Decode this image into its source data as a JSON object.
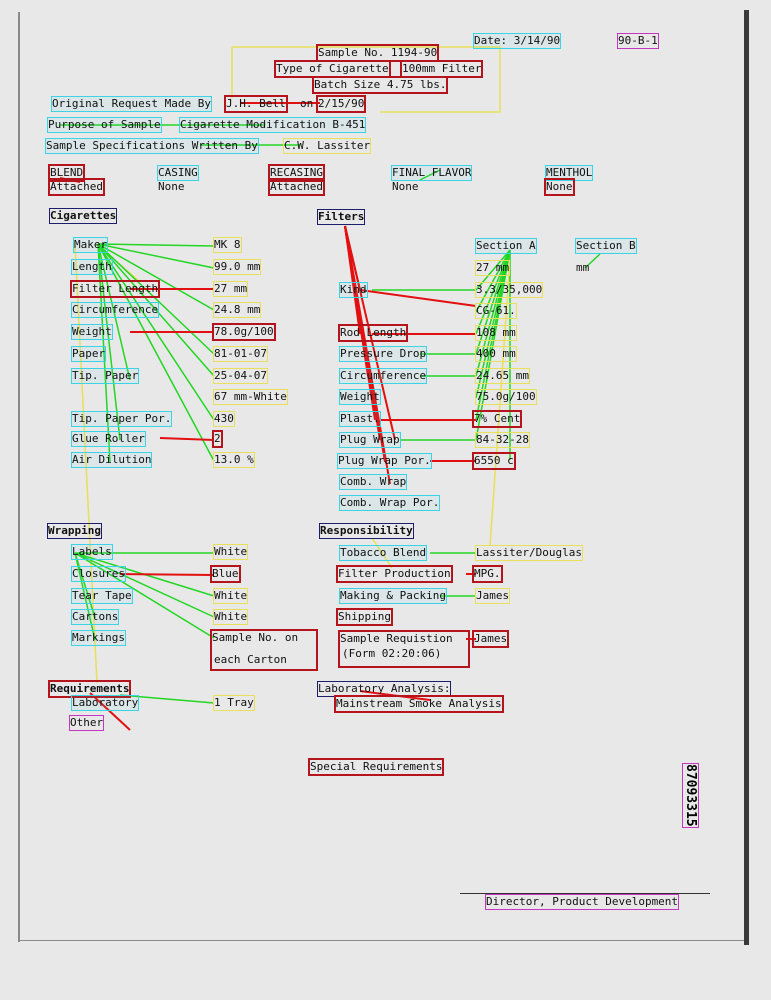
{
  "header": {
    "date": "Date: 3/14/90",
    "form_code": "90-B-1",
    "sample_no": "Sample No. 1194-90",
    "type_label": "Type of Cigarette",
    "type_value": "100mm Filter",
    "batch_size": "Batch Size 4.75 lbs.",
    "original_request": "Original Request Made By",
    "requested_by": "J.H. Bell",
    "on_label": "on",
    "request_date": "2/15/90",
    "purpose_label": "Purpose of Sample",
    "purpose_value": "Cigarette Modification B-451",
    "specs_label": "Sample Specifications Written By",
    "specs_author": "C.W. Lassiter"
  },
  "blend_row": {
    "blend_label": "BLEND",
    "blend_value": "Attached",
    "casing_label": "CASING",
    "casing_value": "None",
    "recasing_label": "RECASING",
    "recasing_value": "Attached",
    "final_flavor_label": "FINAL FLAVOR",
    "final_flavor_value": "None",
    "menthol_label": "MENTHOL",
    "menthol_value": "None"
  },
  "cigarettes": {
    "title": "Cigarettes",
    "rows": [
      {
        "label": "Maker",
        "value": "MK 8"
      },
      {
        "label": "Length",
        "value": "99.0 mm"
      },
      {
        "label": "Filter Length",
        "value": "27 mm"
      },
      {
        "label": "Circumference",
        "value": "24.8 mm"
      },
      {
        "label": "Weight",
        "value": "78.0g/100"
      },
      {
        "label": "Paper",
        "value": "81-01-07"
      },
      {
        "label": "Tip. Paper",
        "value": "25-04-07"
      },
      {
        "label": "",
        "value": "67 mm-White"
      },
      {
        "label": "Tip. Paper Por.",
        "value": "430"
      },
      {
        "label": "Glue Roller",
        "value": "2"
      },
      {
        "label": "Air Dilution",
        "value": "13.0 %"
      }
    ]
  },
  "filters": {
    "title": "Filters",
    "section_a": "Section A",
    "section_b": "Section B",
    "section_b_unit": "mm",
    "rows": [
      {
        "label": "Kind",
        "value": "3.3/35,000"
      },
      {
        "label": "",
        "value": "CG-61."
      },
      {
        "label": "Rod Length",
        "value": "108 mm"
      },
      {
        "label": "Pressure Drop",
        "value": "400 mm"
      },
      {
        "label": "Circumference",
        "value": "24.65 mm"
      },
      {
        "label": "Weight",
        "value": "75.0g/100"
      },
      {
        "label": "Plast.",
        "value": "7% Cent"
      },
      {
        "label": "Plug Wrap",
        "value": "84-32-28"
      },
      {
        "label": "Plug Wrap Por.",
        "value": "6550 c"
      },
      {
        "label": "Comb. Wrap",
        "value": ""
      },
      {
        "label": "Comb. Wrap Por.",
        "value": ""
      }
    ],
    "length_value": "27 mm"
  },
  "wrapping": {
    "title": "Wrapping",
    "rows": [
      {
        "label": "Labels",
        "value": "White"
      },
      {
        "label": "Closures",
        "value": "Blue"
      },
      {
        "label": "Tear Tape",
        "value": "White"
      },
      {
        "label": "Cartons",
        "value": "White"
      },
      {
        "label": "Markings",
        "value": "Sample No. on"
      }
    ],
    "markings_line2": "each Carton"
  },
  "responsibility": {
    "title": "Responsibility",
    "rows": [
      {
        "label": "Tobacco Blend",
        "value": "Lassiter/Douglas"
      },
      {
        "label": "Filter Production",
        "value": "MPG."
      },
      {
        "label": "Making & Packing",
        "value": "James"
      },
      {
        "label": "Shipping",
        "value": ""
      },
      {
        "label": "Sample Requistion",
        "value": "James"
      }
    ],
    "form_ref": "(Form 02:20:06)"
  },
  "requirements": {
    "title": "Requirements",
    "laboratory": "Laboratory",
    "laboratory_value": "1 Tray",
    "other": "Other"
  },
  "lab_analysis": {
    "label": "Laboratory Analysis:",
    "value": "Mainstream Smoke Analysis"
  },
  "special_requirements": "Special Requirements",
  "signature_title": "Director, Product Development",
  "doc_number": "87093315",
  "colors": {
    "cyan_box": "#3ad4e6",
    "yellow_box": "#e8e05a",
    "red_box": "#b4141c",
    "green_link": "#22d622",
    "red_link": "#e21010",
    "navy_box": "#1d1d6e",
    "magenta_box": "#c238c2"
  }
}
